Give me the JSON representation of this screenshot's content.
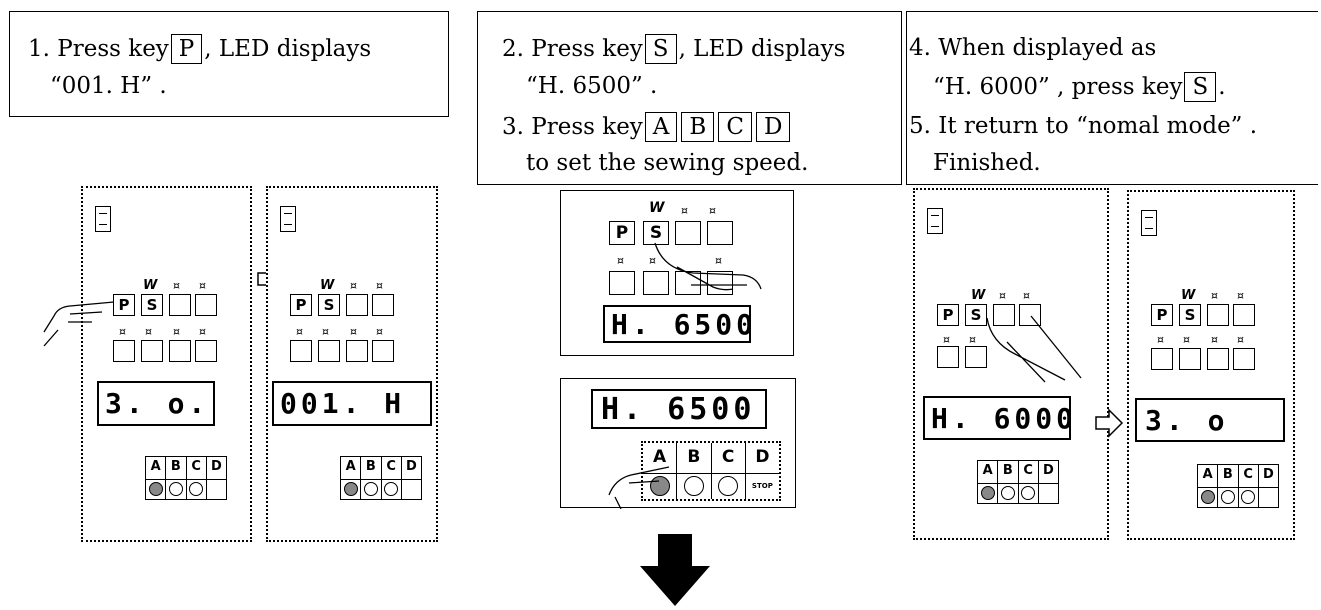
{
  "steps": {
    "s1": {
      "line1_pre": "1. Press key",
      "key": "P",
      "line1_post": ", LED displays",
      "line2": "“001. H” ."
    },
    "s2": {
      "line1_pre": "2. Press key",
      "key": "S",
      "line1_post": ", LED displays",
      "line2": "“H. 6500” .",
      "line3_pre": "3. Press key",
      "keys": [
        "A",
        "B",
        "C",
        "D"
      ],
      "line4": "to set the sewing speed."
    },
    "s3": {
      "line1": "4. When displayed as",
      "line2_pre": "“H.  6000” ,  press key",
      "key": "S",
      "line2_post": ".",
      "line3": "5. It return to “nomal mode” .",
      "line4": "Finished."
    }
  },
  "panel": {
    "key_p": "P",
    "key_s": "S",
    "w_mark": "W",
    "indicator": "¤",
    "abcd": [
      "A",
      "B",
      "C",
      "D"
    ],
    "stop": "STOP"
  },
  "displays": {
    "d1": "3. o.",
    "d2": "001. H",
    "d3": "H. 6500",
    "d4": "H. 6500",
    "d5": "H. 6000",
    "d6": "3. o"
  },
  "colors": {
    "ink": "#000000",
    "paper": "#ffffff"
  }
}
